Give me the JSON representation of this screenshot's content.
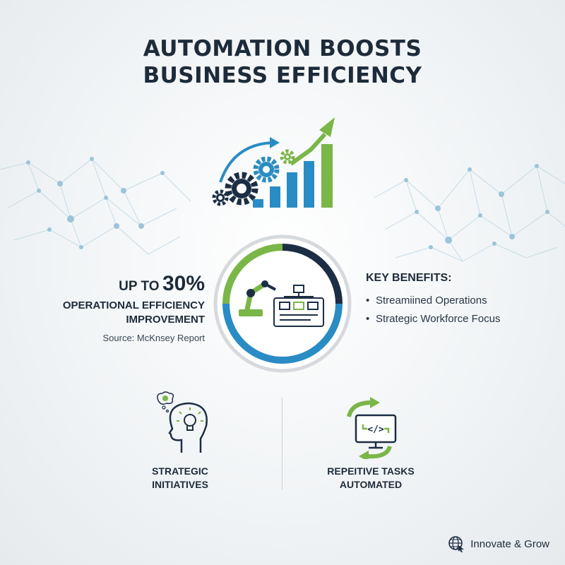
{
  "header": {
    "title_line1": "AUTOMATION BOOSTS",
    "title_line2": "BUSINESS EFFICIENCY"
  },
  "stat": {
    "prefix": "UP TO",
    "value": "30%",
    "label_line1": "OPERATIONAL EFFICIENCY",
    "label_line2": "IMPROVEMENT",
    "source": "Source: McKnsey Report"
  },
  "benefits": {
    "title": "KEY BENEFITS:",
    "items": [
      "Streamiined Operations",
      "Strategic Workforce Focus"
    ],
    "bullet": "•"
  },
  "features": {
    "left_line1": "STRATEGIC",
    "left_line2": "INITIATIVES",
    "right_line1": "REPEITIVE TASKS",
    "right_line2": "AUTOMATED"
  },
  "brand": {
    "name": "Innovate & Grow"
  },
  "colors": {
    "navy": "#1d2b3a",
    "green": "#7ab648",
    "blue": "#2a8cc4",
    "dark_navy": "#1c2e44",
    "light_blue": "#9cc4d8"
  },
  "icons": [
    "gear-icon",
    "bar-chart-icon",
    "growth-arrow-icon",
    "robotic-arm-icon",
    "flowchart-icon",
    "head-lightbulb-icon",
    "monitor-sync-icon",
    "globe-icon"
  ]
}
